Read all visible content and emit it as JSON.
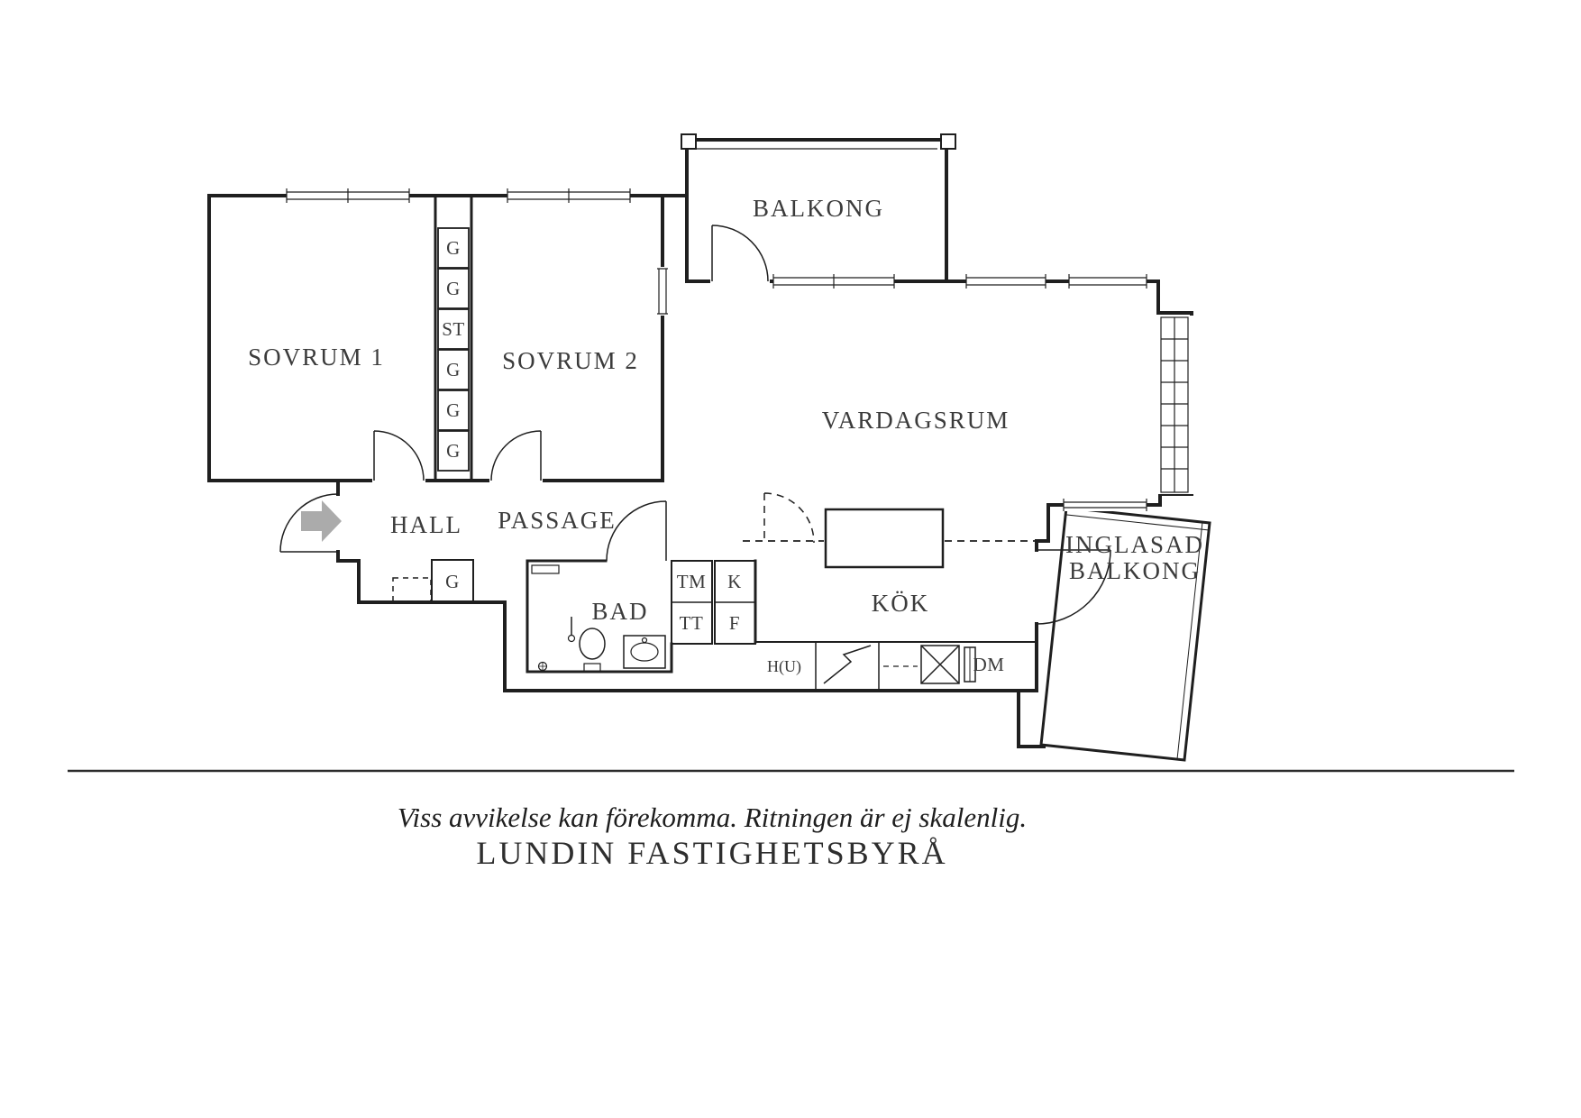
{
  "plan": {
    "rooms": {
      "sovrum1": "SOVRUM 1",
      "sovrum2": "SOVRUM 2",
      "balkong": "BALKONG",
      "vardagsrum": "VARDAGSRUM",
      "hall": "HALL",
      "passage": "PASSAGE",
      "bad": "BAD",
      "kok": "KÖK",
      "inglasad_balkong_line1": "INGLASAD",
      "inglasad_balkong_line2": "BALKONG"
    },
    "wardrobe_column": [
      "G",
      "G",
      "ST",
      "G",
      "G",
      "G"
    ],
    "hall_wardrobe": "G",
    "appliances": {
      "tm": "TM",
      "tt": "TT",
      "k": "K",
      "f": "F",
      "hu": "H(U)",
      "dm": "DM"
    }
  },
  "footer": {
    "disclaimer": "Viss avvikelse kan förekomma. Ritningen är ej skalenlig.",
    "company": "LUNDIN FASTIGHETSBYRÅ"
  },
  "colors": {
    "wall": "#1f1f1f",
    "label": "#3b3b3b",
    "entry_arrow": "#ababab"
  }
}
